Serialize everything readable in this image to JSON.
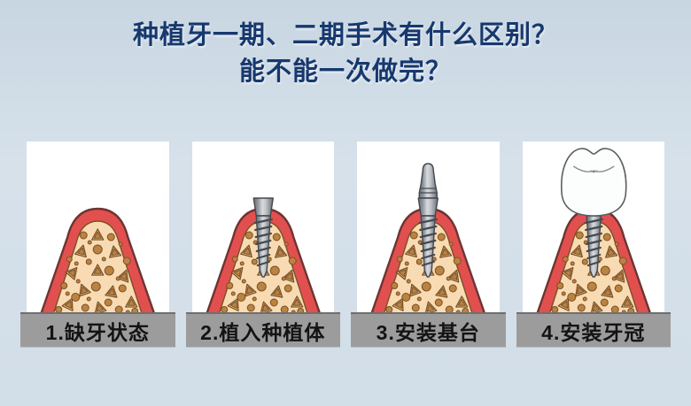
{
  "title": {
    "line1": "种植牙一期、二期手术有什么区别？",
    "line2": "能不能一次做完？",
    "color": "#17386e"
  },
  "steps": [
    {
      "label": "1.缺牙状态",
      "illustration": "edentulous-gum-ridge"
    },
    {
      "label": "2.植入种植体",
      "illustration": "implant-screw-placed"
    },
    {
      "label": "3.安装基台",
      "illustration": "abutment-installed"
    },
    {
      "label": "4.安装牙冠",
      "illustration": "crown-installed"
    }
  ],
  "colors": {
    "background_top": "#c8d6e2",
    "background_bottom": "#d2dee8",
    "gum_red": "#e1504f",
    "gum_outline": "#6e3432",
    "bone_tan": "#f8dbb2",
    "bone_spot_brown": "#bb8340",
    "implant_metal": "#9aa0a6",
    "crown_white": "#fcfdfd",
    "label_bar_gray": "#9c9c9c",
    "label_text_black": "#141414",
    "card_white": "#ffffff"
  }
}
